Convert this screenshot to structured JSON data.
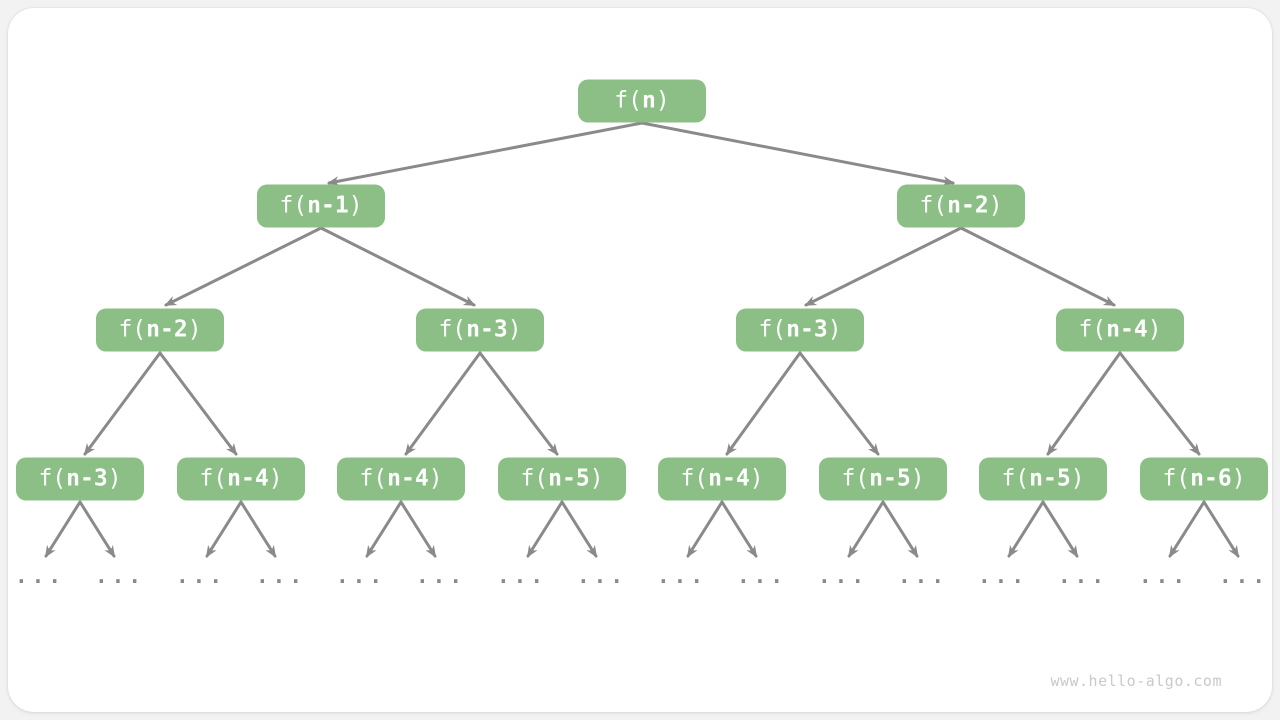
{
  "page": {
    "watermark": "www.hello-algo.com"
  },
  "colors": {
    "background_outer": "#f2f2f2",
    "card": "#ffffff",
    "node_fill": "#8cbf86",
    "node_text": "#ffffff",
    "arrow": "#8a8a8a",
    "dots": "#8a8a8a",
    "watermark": "#c9c9c9"
  },
  "tree": {
    "description": "Recursion tree of f(n) = f(n-1) + f(n-2)",
    "func_open": "f(",
    "func_close": ")",
    "ellipsis": "...",
    "levels": [
      {
        "params": [
          "n"
        ]
      },
      {
        "params": [
          "n-1",
          "n-2"
        ]
      },
      {
        "params": [
          "n-2",
          "n-3",
          "n-3",
          "n-4"
        ]
      },
      {
        "params": [
          "n-3",
          "n-4",
          "n-4",
          "n-5",
          "n-4",
          "n-5",
          "n-5",
          "n-6"
        ]
      }
    ]
  }
}
